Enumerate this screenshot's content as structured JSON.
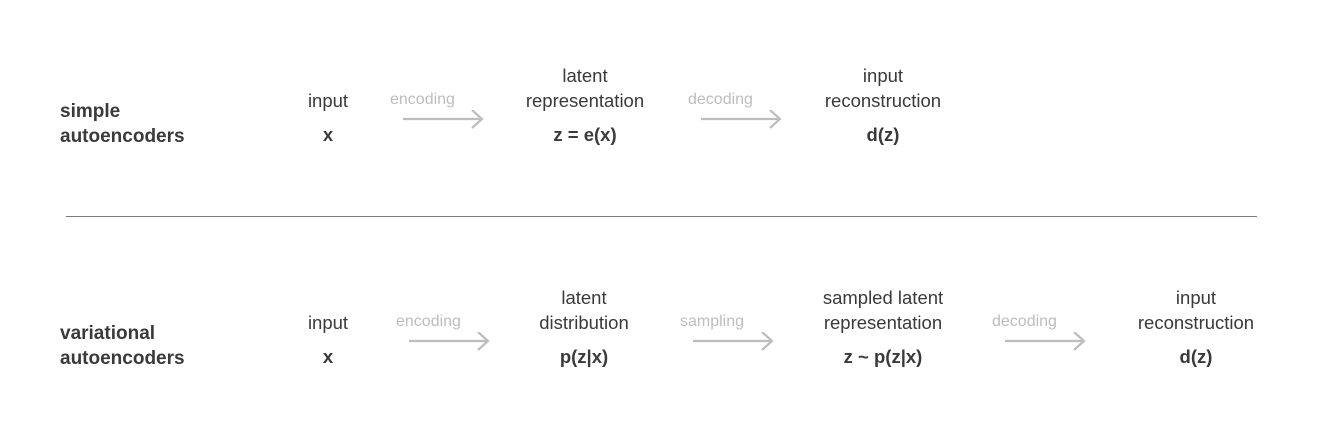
{
  "simple": {
    "title": [
      "simple",
      "autoencoders"
    ],
    "nodes": [
      {
        "label_lines": [
          "input"
        ],
        "symbol": "x"
      },
      {
        "label_lines": [
          "latent",
          "representation"
        ],
        "symbol": "z = e(x)"
      },
      {
        "label_lines": [
          "input",
          "reconstruction"
        ],
        "symbol": "d(z)"
      }
    ],
    "edges": [
      "encoding",
      "decoding"
    ]
  },
  "variational": {
    "title": [
      "variational",
      "autoencoders"
    ],
    "nodes": [
      {
        "label_lines": [
          "input"
        ],
        "symbol": "x"
      },
      {
        "label_lines": [
          "latent",
          "distribution"
        ],
        "symbol": "p(z|x)"
      },
      {
        "label_lines": [
          "sampled latent",
          "representation"
        ],
        "symbol": "z ~ p(z|x)"
      },
      {
        "label_lines": [
          "input",
          "reconstruction"
        ],
        "symbol": "d(z)"
      }
    ],
    "edges": [
      "encoding",
      "sampling",
      "decoding"
    ]
  },
  "colors": {
    "text": "#3a3a3a",
    "edge": "#bdbdbd",
    "divider": "#7a7a7a"
  }
}
